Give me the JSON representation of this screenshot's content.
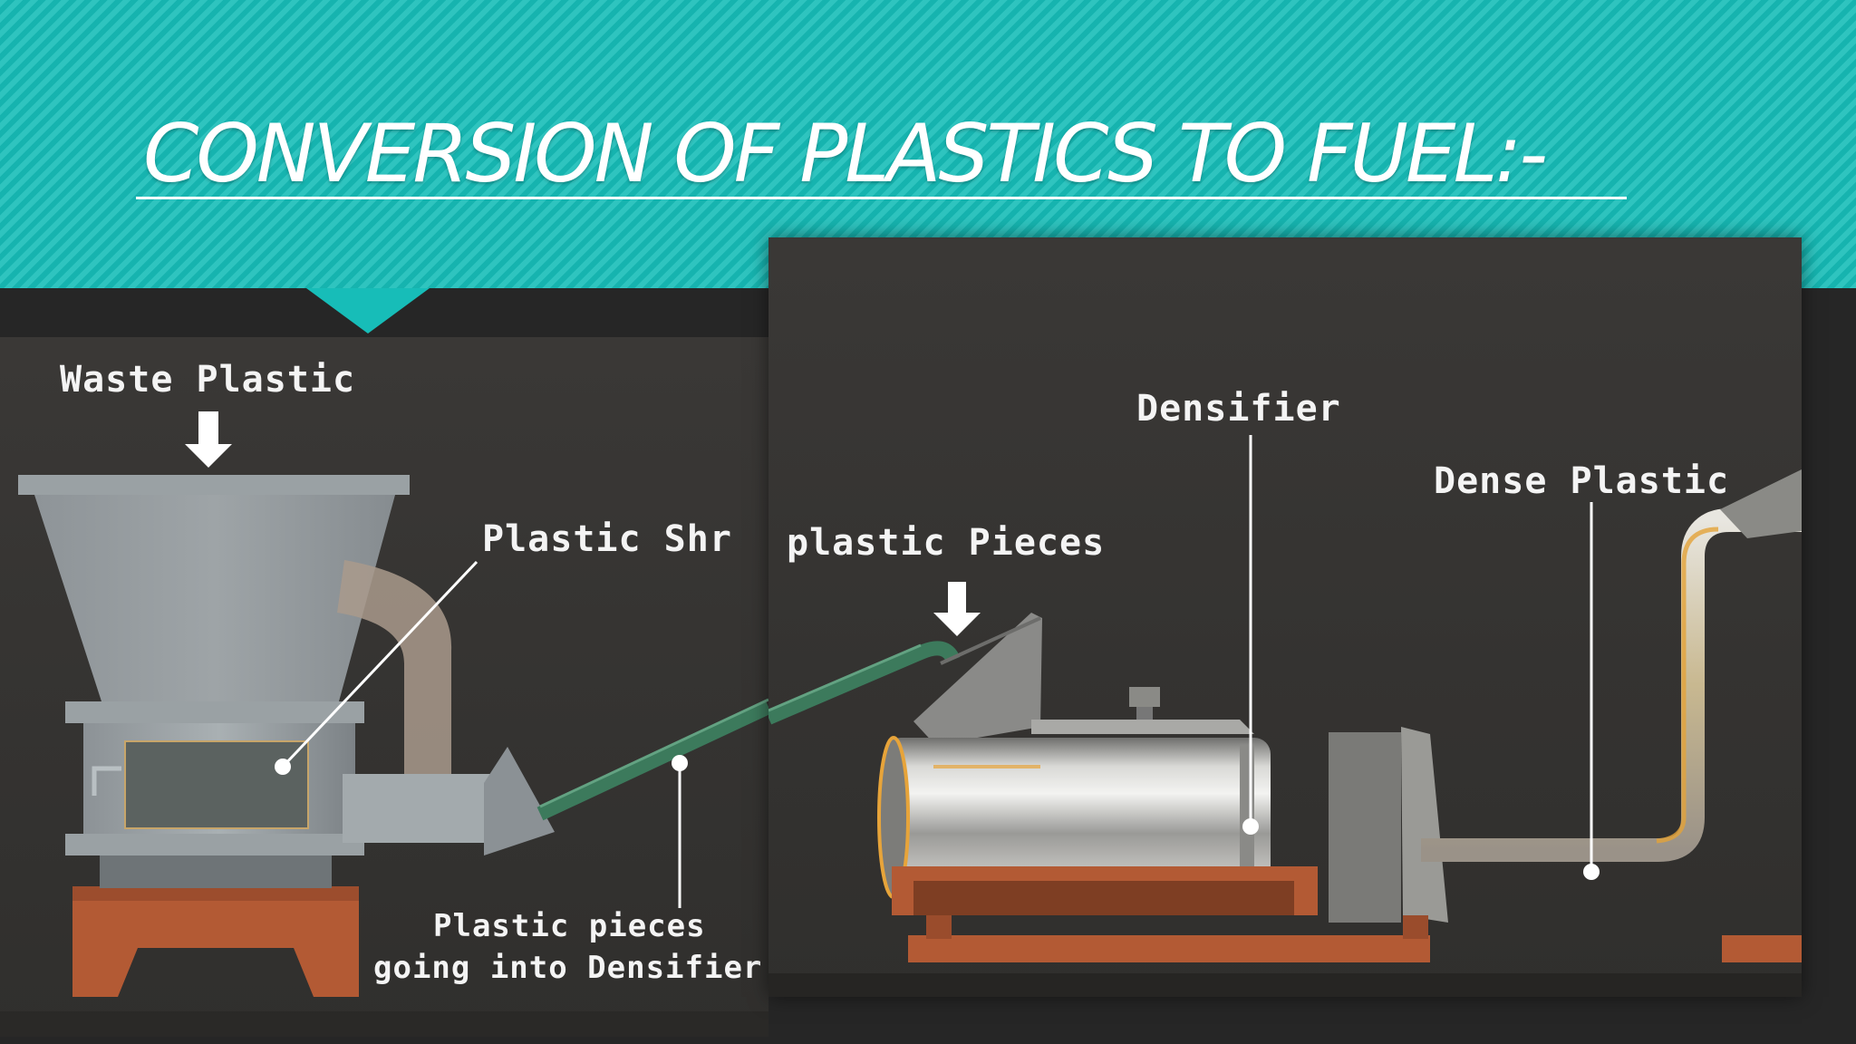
{
  "slide": {
    "title": "CONVERSION OF PLASTICS TO FUEL:-",
    "accent_color": "#17bdb8"
  },
  "left_panel": {
    "labels": {
      "waste_plastic": "Waste Plastic",
      "shredder": "Plastic Shr",
      "conveyor_line1": "Plastic pieces",
      "conveyor_line2": "going into Densifier"
    }
  },
  "right_panel": {
    "labels": {
      "plastic_pieces": "plastic Pieces",
      "densifier": "Densifier",
      "dense_plastic": "Dense Plastic"
    }
  }
}
